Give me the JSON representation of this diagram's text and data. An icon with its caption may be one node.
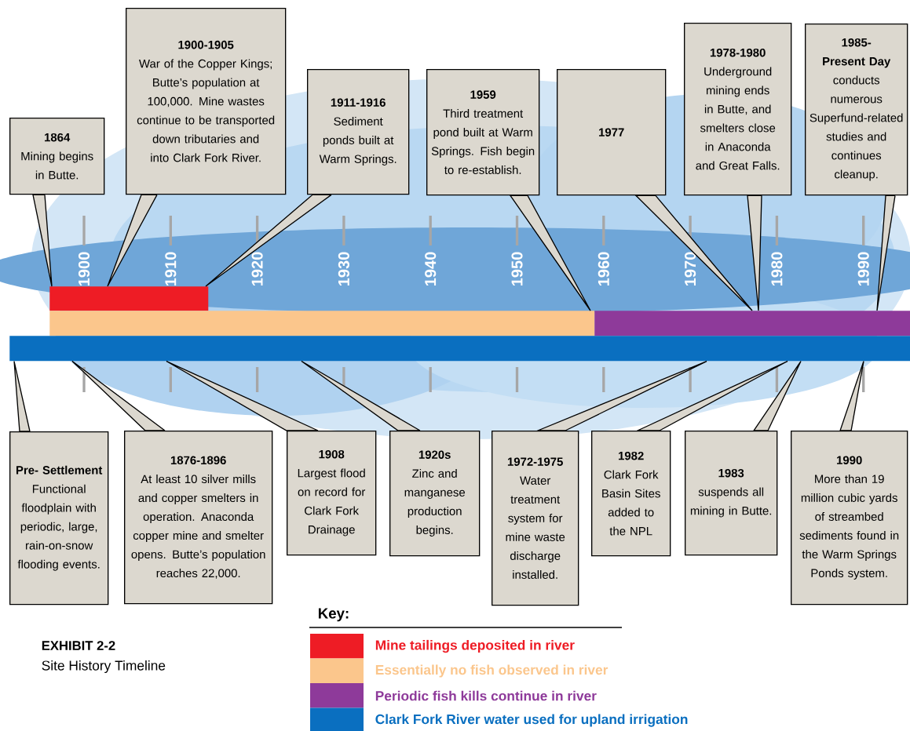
{
  "diagram": {
    "title": "EXHIBIT 2-2",
    "caption": "Site History Timeline",
    "nodes": [
      {
        "text": [
          "1864",
          "Mining begins in Butte."
        ]
      },
      {
        "text": [
          "1900-1905",
          "War of the Copper Kings; Butte’s population at 100,000. Mine wastes continue to be transported down tributaries and into Clark Fork River."
        ]
      },
      {
        "text": [
          "1911-1916",
          "Sediment ponds built at Warm Springs."
        ]
      },
      {
        "text": [
          "1959",
          "Third treatment pond built at Warm Springs. Fish begin to re-establish."
        ]
      },
      {
        "text": [
          "1977"
        ]
      },
      {
        "text": [
          "1978-1980",
          "Underground mining ends in Butte, and smelters close in Anaconda and Great Falls."
        ]
      },
      {
        "text": [
          "1985- Present Day",
          "conducts numerous Superfund-related studies and continues cleanup."
        ]
      },
      {
        "text": [
          "Pre- Settlement",
          "Functional floodplain with periodic, large, rain-on-snow flooding events."
        ]
      },
      {
        "text": [
          "1876-1896",
          "At least 10 silver mills and copper smelters in operation. Anaconda copper mine and smelter opens. Butte’s population reaches 22,000."
        ]
      },
      {
        "text": [
          "1908",
          "Largest flood on record for Clark Fork Drainage"
        ]
      },
      {
        "text": [
          "1920s",
          "Zinc and manganese production begins."
        ]
      },
      {
        "text": [
          "1972-1975",
          "Water treatment system for mine waste discharge installed."
        ]
      },
      {
        "text": [
          "1982",
          "Clark Fork Basin Sites added to the NPL"
        ]
      },
      {
        "text": [
          "1983",
          "suspends all mining in Butte."
        ]
      },
      {
        "text": [
          "1990",
          "More than 19 million cubic yards of streambed sediments found in the Warm Springs Ponds system."
        ]
      },
      {
        "text": [],
        "shape": "bar"
      },
      {
        "text": [],
        "shape": "bar"
      },
      {
        "text": [],
        "shape": "bar"
      },
      {
        "text": [],
        "shape": "bar"
      }
    ],
    "edges": [
      {
        "from": 0,
        "to": 15,
        "arrow": "none"
      },
      {
        "from": 1,
        "to": 15,
        "arrow": "none"
      },
      {
        "from": 2,
        "to": 15,
        "arrow": "none"
      },
      {
        "from": 3,
        "to": 16,
        "arrow": "none"
      },
      {
        "from": 4,
        "to": 17,
        "arrow": "none"
      },
      {
        "from": 5,
        "to": 17,
        "arrow": "none"
      },
      {
        "from": 6,
        "to": 17,
        "arrow": "none"
      },
      {
        "from": 7,
        "to": 18,
        "arrow": "none"
      },
      {
        "from": 8,
        "to": 18,
        "arrow": "none"
      },
      {
        "from": 9,
        "to": 18,
        "arrow": "none"
      },
      {
        "from": 10,
        "to": 18,
        "arrow": "none"
      },
      {
        "from": 11,
        "to": 18,
        "arrow": "none"
      },
      {
        "from": 12,
        "to": 18,
        "arrow": "none"
      },
      {
        "from": 13,
        "to": 18,
        "arrow": "none"
      },
      {
        "from": 14,
        "to": 18,
        "arrow": "none"
      }
    ],
    "labels": [
      "1900",
      "1910",
      "1920",
      "1930",
      "1940",
      "1950",
      "1960",
      "1970",
      "1980",
      "1990",
      "Key:"
    ],
    "legend": [
      {
        "text": "Mine tailings deposited in river",
        "color": "#ee1c25"
      },
      {
        "text": "Essentially no fish observed in river",
        "color": "#fbc68c"
      },
      {
        "text": "Periodic fish kills continue in river",
        "color": "#8e3a9a"
      },
      {
        "text": "Clark Fork River water used for upland irrigation",
        "color": "#0a6fc0"
      }
    ]
  }
}
